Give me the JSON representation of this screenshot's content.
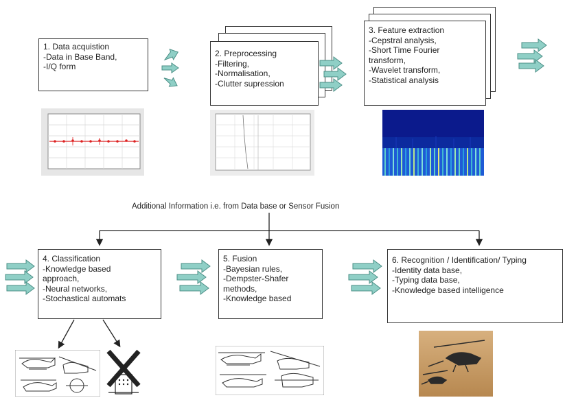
{
  "steps": {
    "s1": {
      "title": "1. Data acquistion",
      "lines": [
        "-Data in Base Band,",
        "-I/Q form"
      ]
    },
    "s2": {
      "title": "2. Preprocessing",
      "lines": [
        "-Filtering,",
        "-Normalisation,",
        "-Clutter supression"
      ]
    },
    "s3": {
      "title": "3. Feature extraction",
      "lines": [
        "-Cepstral analysis,",
        "-Short Time Fourier",
        "transform,",
        "-Wavelet transform,",
        "-Statistical analysis"
      ]
    },
    "s4": {
      "title": "4. Classification",
      "lines": [
        "-Knowledge based",
        "approach,",
        "-Neural networks,",
        "-Stochastical automats"
      ]
    },
    "s5": {
      "title": "5. Fusion",
      "lines": [
        "-Bayesian rules,",
        "-Dempster-Shafer",
        "methods,",
        "-Knowledge based"
      ]
    },
    "s6": {
      "title": "6. Recognition / Identification/ Typing",
      "lines": [
        "-Identity data base,",
        "-Typing data base,",
        "-Knowledge based intelligence"
      ]
    }
  },
  "additional_info": "Additional Information i.e. from Data base or Sensor Fusion",
  "colors": {
    "arrow_fill": "#8fcfc6",
    "arrow_stroke": "#4b8f86",
    "spectrogram_top": "#0b1a8c",
    "spectrogram_mid": "#1e5bd6"
  }
}
